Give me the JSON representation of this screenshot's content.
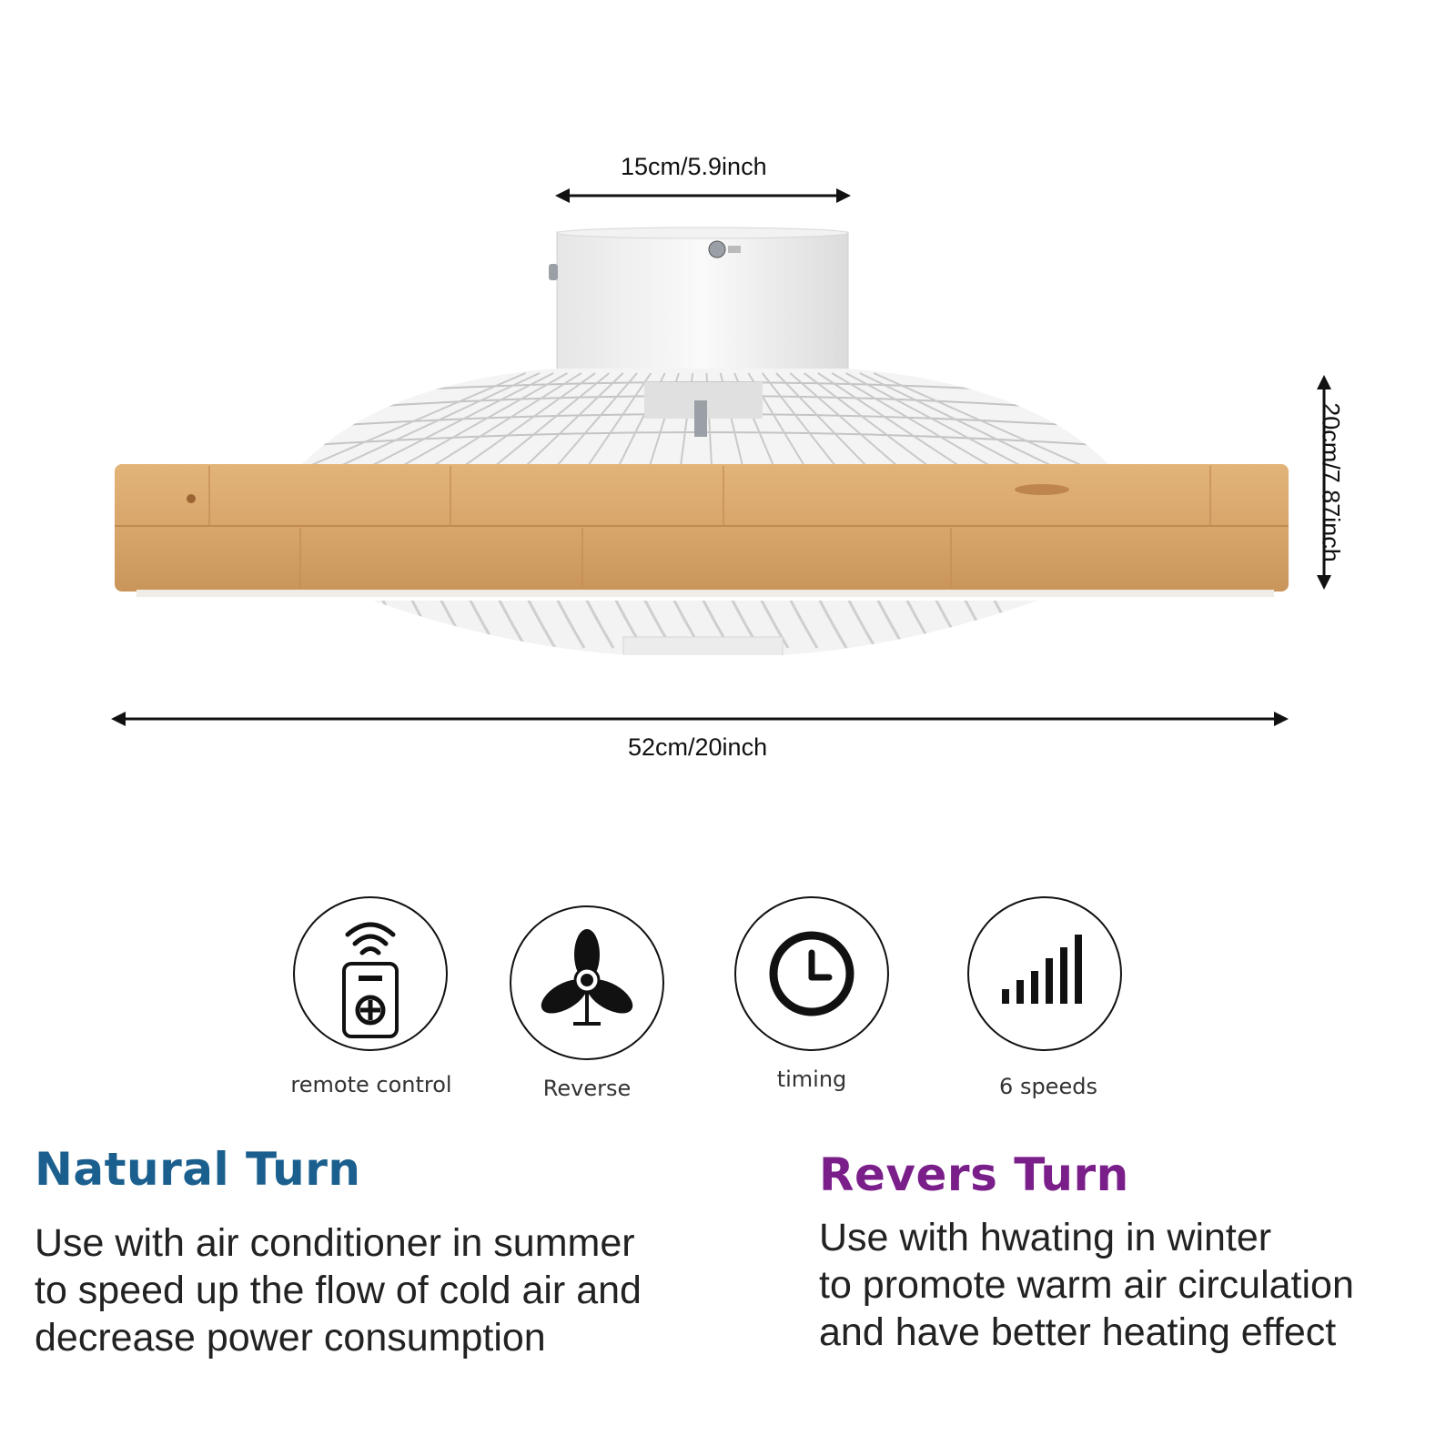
{
  "dimensions": {
    "top_width": "15cm/5.9inch",
    "height": "20cm/7.87inch",
    "diameter": "52cm/20inch"
  },
  "features": [
    {
      "label": "remote control",
      "icon": "remote-control-icon"
    },
    {
      "label": "Reverse",
      "icon": "fan-icon"
    },
    {
      "label": "timing",
      "icon": "clock-icon"
    },
    {
      "label": "6 speeds",
      "icon": "signal-bars-icon"
    }
  ],
  "natural": {
    "title": "Natural Turn",
    "lines": [
      "Use with air conditioner in summer",
      "to speed up the flow of cold air and",
      "decrease power consumption"
    ]
  },
  "reverse": {
    "title": "Revers Turn",
    "lines": [
      "Use with hwating in winter",
      "to promote warm air circulation",
      "and have better heating effect"
    ]
  },
  "colors": {
    "natural_title": "#1a5f8e",
    "reverse_title": "#7a1f8a",
    "wood": "#d9a86c"
  }
}
